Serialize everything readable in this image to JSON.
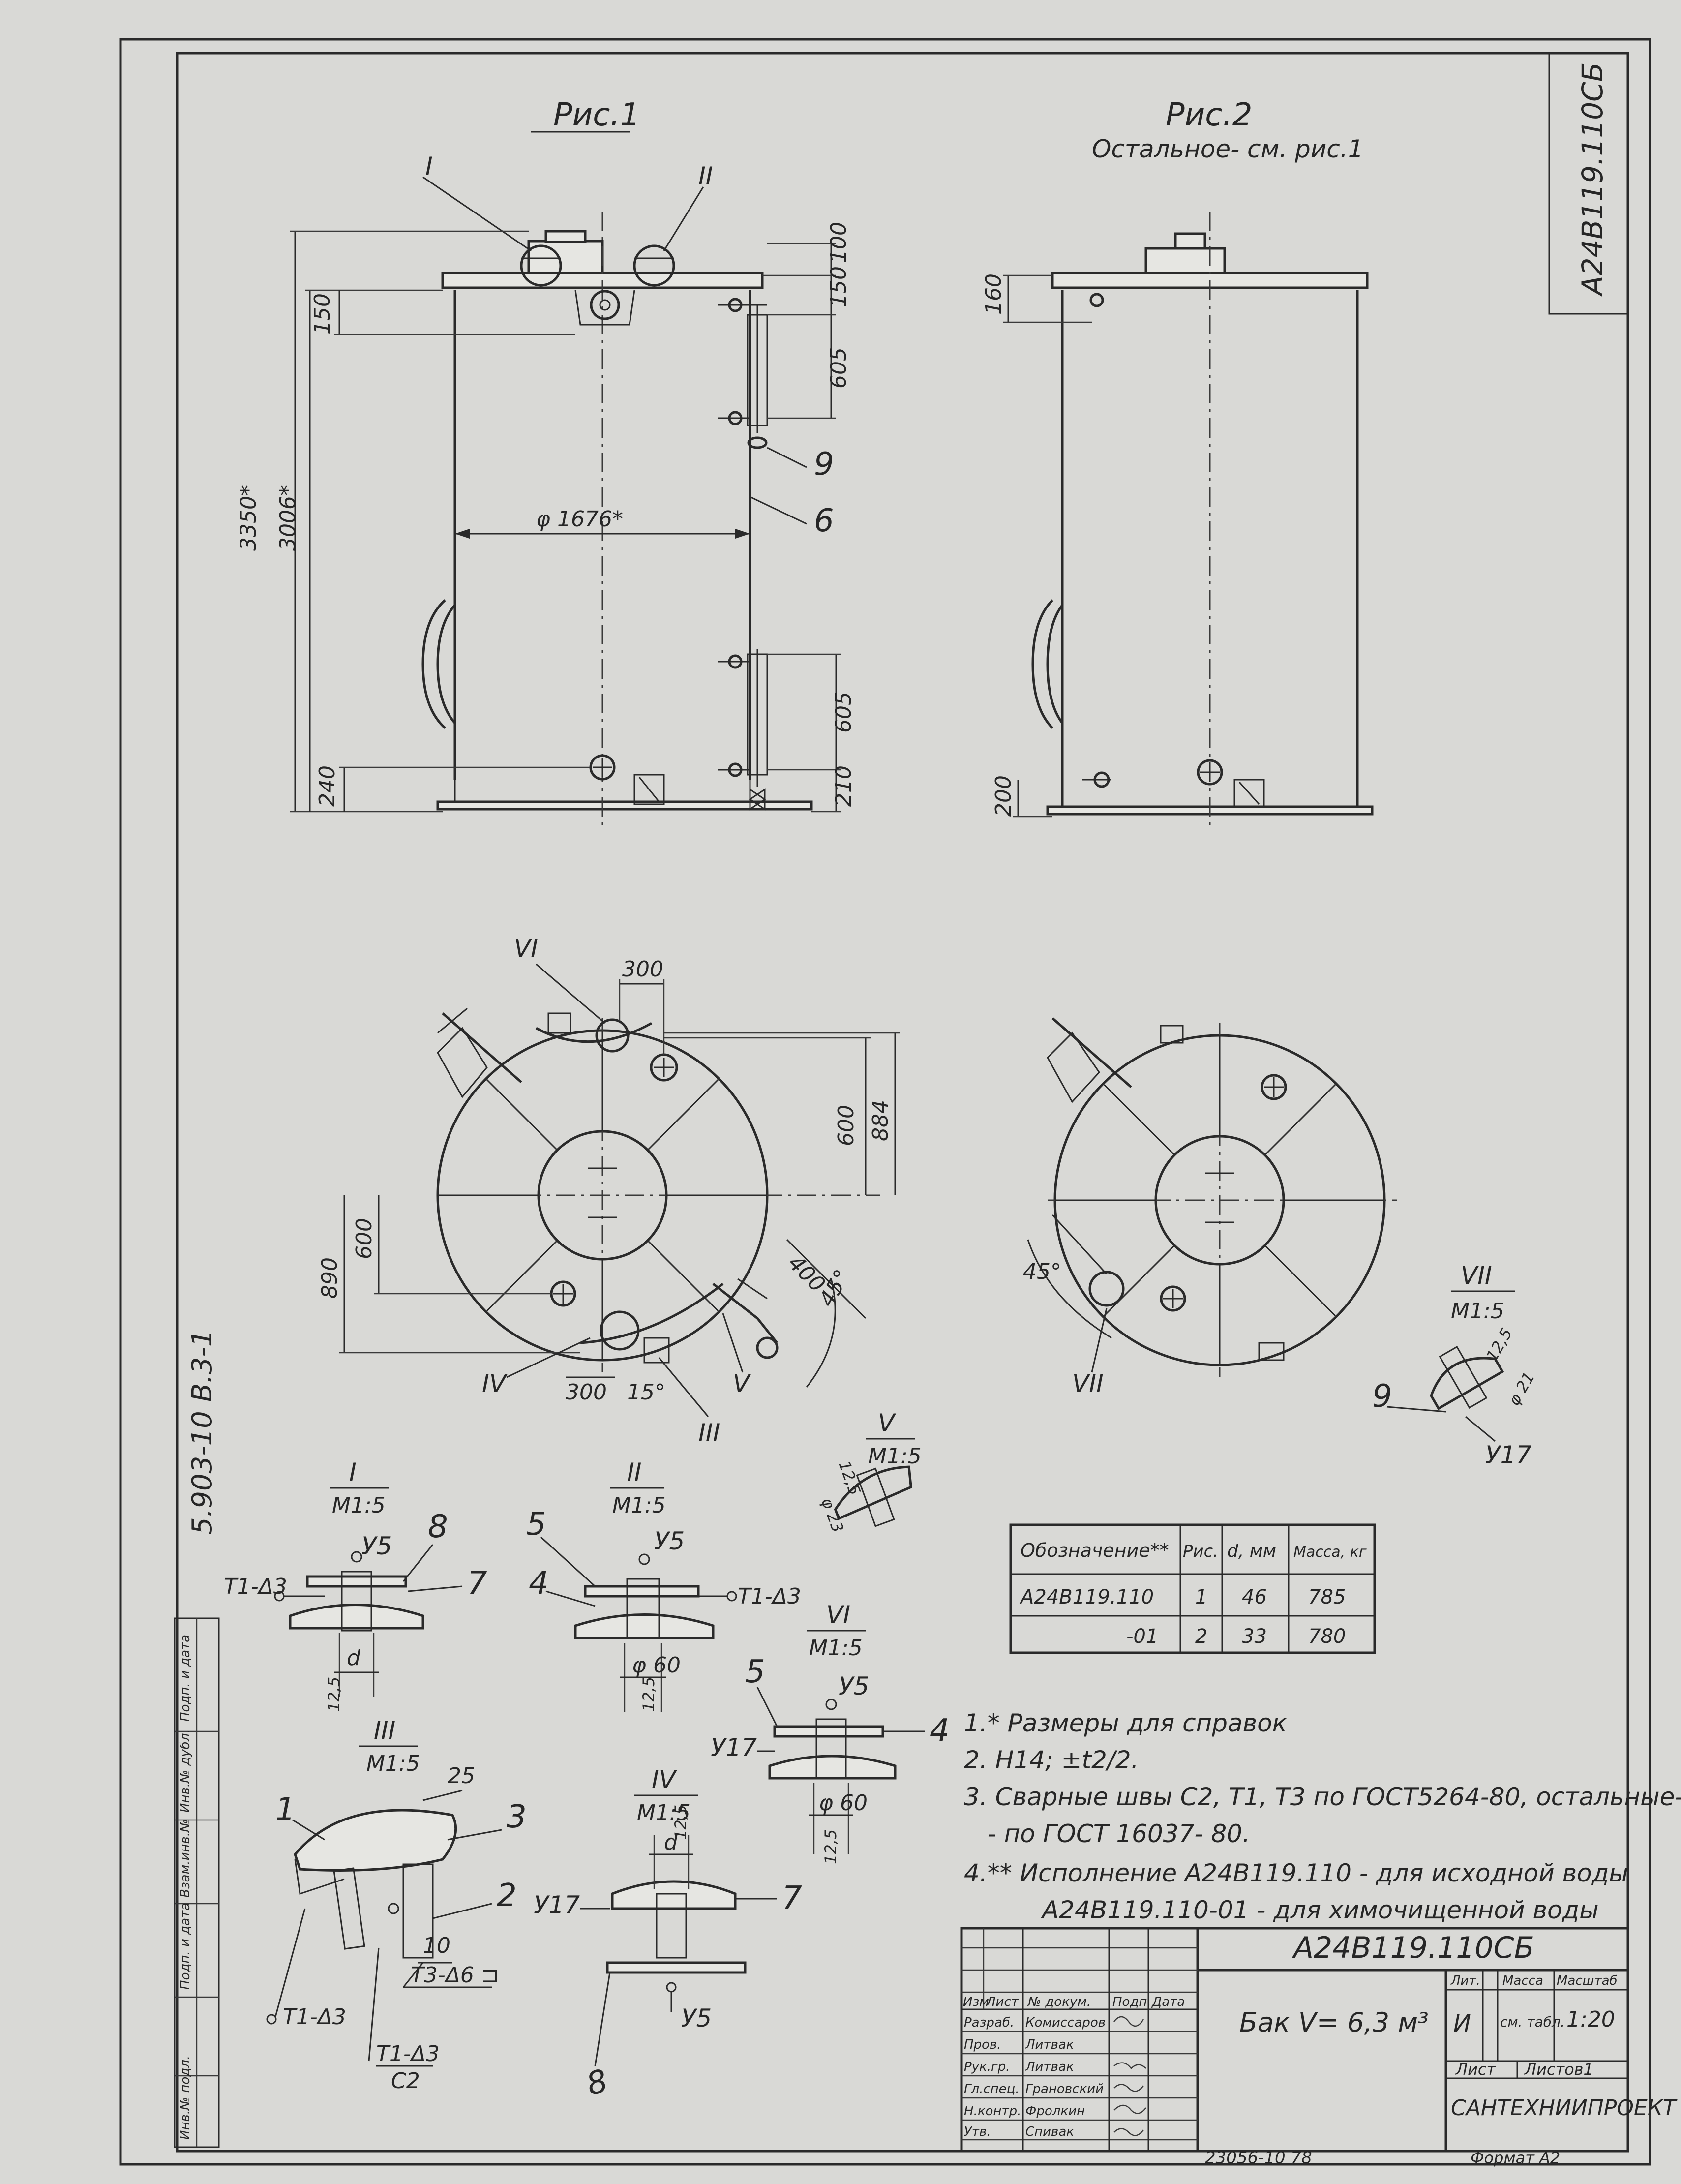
{
  "figures": {
    "fig1_title": "Рис.1",
    "fig2_title": "Рис.2",
    "fig2_note": "Остальное- см. рис.1"
  },
  "dims": {
    "d100": "100",
    "d150": "150",
    "d150b": "150",
    "d605a": "605",
    "d605b": "605",
    "d3350": "3350*",
    "d3006": "3006*",
    "d1676": "φ 1676*",
    "d240": "240",
    "d210": "210",
    "d160": "160",
    "d200": "200",
    "d300a": "300",
    "d884": "884",
    "d600a": "600",
    "d600b": "600",
    "d890": "890",
    "d400": "400",
    "d45a": "45°",
    "d300b": "300",
    "d15": "15°",
    "d45b": "45°",
    "d125_1": "12,5",
    "d_d1": "d",
    "d60a": "φ 60",
    "d125_2": "12,5",
    "d125_v": "12,5",
    "d23": "φ 23",
    "d125_vii": "12,5",
    "d21": "φ 21",
    "d60b": "φ 60",
    "d125_vi": "12,5",
    "d25": "25",
    "d10": "10",
    "d125_iv": "12,5",
    "d_d2": "d"
  },
  "positions": {
    "p9a": "9",
    "p6": "6",
    "p8": "8",
    "p7a": "7",
    "p5a": "5",
    "p4a": "4",
    "p5b": "5",
    "p4b": "4",
    "p1": "1",
    "p3": "3",
    "p2": "2",
    "p7b": "7",
    "p8b": "8",
    "p9b": "9"
  },
  "views": {
    "I": "I",
    "II": "II",
    "III": "III",
    "IV": "IV",
    "V": "V",
    "VI": "VI",
    "VII": "VII",
    "sec_I": "I",
    "sec_II": "II",
    "sec_III": "III",
    "sec_IV": "IV",
    "sec_V": "V",
    "sec_VI": "VI",
    "sec_VII": "VII",
    "scale": "M1:5"
  },
  "welds": {
    "y5_1": "У5",
    "t1_1": "Т1-Δ3",
    "y5_2": "У5",
    "t1_2": "Т1-Δ3",
    "y5_3": "У5",
    "y17_1": "У17",
    "t1_3": "Т1-Δ3",
    "t3": "Т3-Δ6 ⊐",
    "t1_4": "Т1-Δ3",
    "c2": "С2",
    "y17_2": "У17",
    "y5_4": "У5",
    "y17_3": "У17"
  },
  "table": {
    "headers": [
      "Обозначение**",
      "Рис.",
      "d, мм",
      "Масса, кг"
    ],
    "rows": [
      [
        "А24В119.110",
        "1",
        "46",
        "785"
      ],
      [
        "-01",
        "2",
        "33",
        "780"
      ]
    ]
  },
  "notes": [
    "1.* Размеры для справок",
    "2. Н14; ±t2/2.",
    "3. Сварные швы С2, Т1, Т3 по ГОСТ5264-80, остальные-",
    "   - по ГОСТ 16037- 80.",
    "4.** Исполнение  А24В119.110 - для исходной воды",
    "          А24В119.110-01 - для химочищенной воды"
  ],
  "title_block": {
    "doc_code": "А24В119.110СБ",
    "name": "Бак  V= 6,3 м³",
    "lit_label": "Лит.",
    "lit_value": "И",
    "mass_label": "Масса",
    "mass_value": "см. табл.",
    "scale_label": "Масштаб",
    "scale_value": "1:20",
    "sheet_label": "Лист",
    "sheets_label": "Листов1",
    "org": "САНТЕХНИИПРОЕКТ",
    "col_headers": [
      "Изм",
      "Лист",
      "№ докум.",
      "Подп.",
      "Дата"
    ],
    "roles": [
      [
        "Разраб.",
        "Комиссаров"
      ],
      [
        "Пров.",
        "Литвак"
      ],
      [
        "Рук.гр.",
        "Литвак"
      ],
      [
        "Гл.спец.",
        "Грановский"
      ],
      [
        "Н.контр.",
        "Фролкин"
      ],
      [
        "Утв.",
        "Спивак"
      ]
    ],
    "format": "Формат А2",
    "stamp_number": "23056-10  78"
  },
  "margin": {
    "side_code": "5.903-10  В.3-1",
    "corner_code": "А24В119.110СБ",
    "labels": [
      "Инв.№ подл.",
      "Подп. и дата",
      "Взам.инв.№",
      "Инв.№ дубл.",
      "Подп. и дата"
    ]
  }
}
